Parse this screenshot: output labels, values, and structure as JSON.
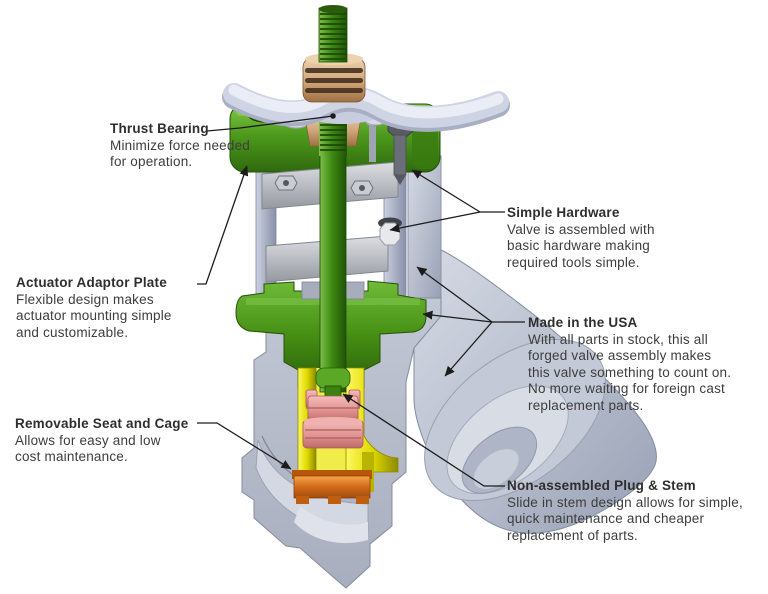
{
  "figure": {
    "type": "cutaway-technical-diagram",
    "subject": "Forged Y-pattern globe valve cross-section",
    "parts": [
      {
        "name": "handwheel",
        "color": "#ccd2e4"
      },
      {
        "name": "threaded-stem",
        "color": "#3f8a12"
      },
      {
        "name": "packing-collar",
        "color": "#d2a87c"
      },
      {
        "name": "yoke-block",
        "color": "#4e9a1d"
      },
      {
        "name": "yoke-rods",
        "color": "#a9b0c4"
      },
      {
        "name": "actuator-adaptor-plates",
        "color": "#b9bcc2"
      },
      {
        "name": "hardware-bolt",
        "color": "#585c63"
      },
      {
        "name": "hex-nut",
        "color": "#e8e9ec"
      },
      {
        "name": "bonnet",
        "color": "#468f14"
      },
      {
        "name": "cage",
        "color": "#e0da00"
      },
      {
        "name": "plug",
        "color": "#e29391"
      },
      {
        "name": "seat-ring",
        "color": "#d2691c"
      },
      {
        "name": "valve-body",
        "color": "#b9bfce"
      }
    ]
  },
  "callouts": {
    "thrust_bearing": {
      "title": "Thrust Bearing",
      "lines": [
        "Minimize force needed",
        "for operation."
      ]
    },
    "actuator_adaptor_plate": {
      "title": "Actuator Adaptor Plate",
      "lines": [
        "Flexible design makes",
        "actuator mounting simple",
        "and customizable."
      ]
    },
    "removable_seat_cage": {
      "title": "Removable Seat and Cage",
      "lines": [
        "Allows for easy and low",
        "cost maintenance."
      ]
    },
    "simple_hardware": {
      "title": "Simple Hardware",
      "lines": [
        "Valve is assembled with",
        "basic hardware making",
        "required tools simple."
      ]
    },
    "made_in_usa": {
      "title": "Made in the USA",
      "lines": [
        "With all parts in stock, this all",
        "forged valve assembly makes",
        "this valve something to count on.",
        "No more waiting for foreign cast",
        "replacement parts."
      ]
    },
    "non_assembled_plug_stem": {
      "title": "Non-assembled Plug & Stem",
      "lines": [
        "Slide in stem design allows for simple,",
        "quick maintenance and cheaper",
        "replacement of parts."
      ]
    }
  }
}
